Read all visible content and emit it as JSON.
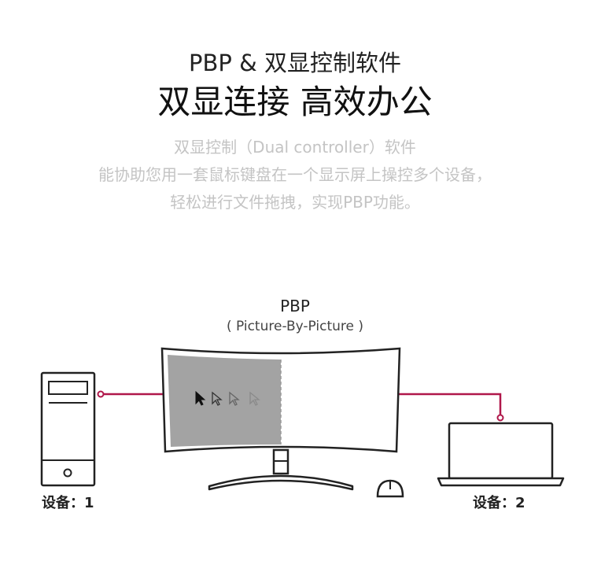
{
  "header": {
    "subtitle": "PBP & 双显控制软件",
    "title": "双显连接 高效办公"
  },
  "description": {
    "line1": "双显控制（Dual controller）软件",
    "line2": "能协助您用一套鼠标键盘在一个显示屏上操控多个设备，",
    "line3": "轻松进行文件拖拽，实现PBP功能。"
  },
  "diagram": {
    "pbp_title": "PBP",
    "pbp_subtitle": "( Picture-By-Picture )",
    "device1_label": "设备：1",
    "device2_label": "设备：2"
  },
  "colors": {
    "cable": "#b0174a",
    "outline": "#222222",
    "screen_left": "#a3a3a3",
    "screen_right": "#ffffff"
  },
  "icons": [
    "desktop-tower-icon",
    "curved-monitor-icon",
    "laptop-icon",
    "mouse-icon",
    "cursor-arrow-icon"
  ]
}
